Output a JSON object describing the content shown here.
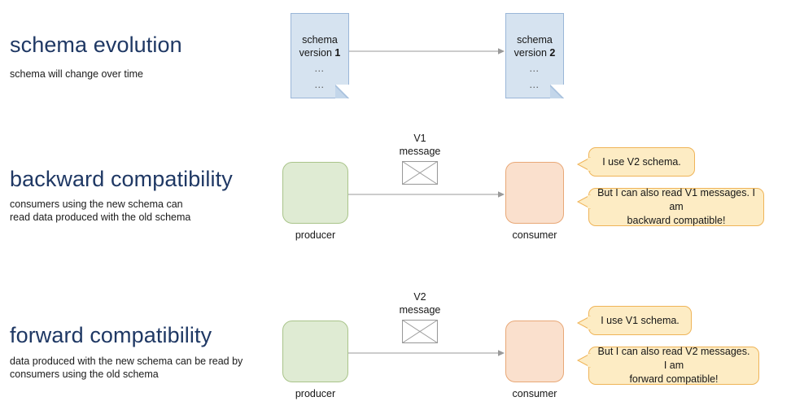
{
  "sections": [
    {
      "id": "schema-evolution",
      "heading": "schema evolution",
      "subtext": "schema will change over time",
      "docs": [
        {
          "title_line1": "schema",
          "title_line2_prefix": "version ",
          "version": "1",
          "dots1": "…",
          "dots2": "…"
        },
        {
          "title_line1": "schema",
          "title_line2_prefix": "version ",
          "version": "2",
          "dots1": "…",
          "dots2": "…"
        }
      ]
    },
    {
      "id": "backward-compatibility",
      "heading": "backward compatibility",
      "subtext": "consumers using the new schema can\nread data produced with the old schema",
      "message_caption": "V1\nmessage",
      "producer_label": "producer",
      "consumer_label": "consumer",
      "bubbles": [
        "I use V2 schema.",
        "But I can also read V1 messages. I am\nbackward compatible!"
      ]
    },
    {
      "id": "forward-compatibility",
      "heading": "forward compatibility",
      "subtext": "data produced with the new schema can be read by\nconsumers using the old schema",
      "message_caption": "V2\nmessage",
      "producer_label": "producer",
      "consumer_label": "consumer",
      "bubbles": [
        "I use V1 schema.",
        "But I can also read V2 messages. I am\nforward compatible!"
      ]
    }
  ],
  "colors": {
    "heading": "#1f3864",
    "document_fill": "#d6e3f0",
    "document_border": "#9ab6d8",
    "producer_fill": "#dfebd3",
    "producer_border": "#a9c48a",
    "consumer_fill": "#fae0cd",
    "consumer_border": "#e8a877",
    "bubble_fill": "#fdecc4",
    "bubble_border": "#efb458",
    "connector": "#9a9a9a"
  }
}
